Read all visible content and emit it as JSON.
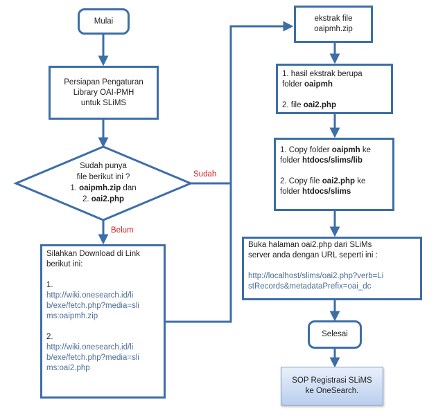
{
  "start": {
    "label": "Mulai"
  },
  "prep": {
    "line1": "Persiapan Pengaturan",
    "line2": "Library OAI-PMH",
    "line3": "untuk SLiMS"
  },
  "decision": {
    "line1": "Sudah punya",
    "line2": "file berikut ini ?",
    "line3_prefix": "1. ",
    "line3_bold": "oaipmh.zip",
    "line3_suffix": " dan",
    "line4_prefix": "2. ",
    "line4_bold": "oai2.php",
    "yes_label": "Sudah",
    "no_label": "Belum"
  },
  "download": {
    "line1": "Silahkan Download di Link",
    "line2": "berikut ini:",
    "item1_num": "1.",
    "item1_l1": "http://wiki.onesearch.id/li",
    "item1_l2": "b/exe/fetch.php?media=sli",
    "item1_l3": "ms:oaipmh.zip",
    "item2_num": "2.",
    "item2_l1": "http://wiki.onesearch.id/li",
    "item2_l2": "b/exe/fetch.php?media=sli",
    "item2_l3": "ms:oai2.php"
  },
  "extract": {
    "line1": "ekstrak file",
    "line2": "oaipmh.zip"
  },
  "result": {
    "line1": "1. hasil ekstrak berupa",
    "line2_prefix": "folder ",
    "line2_bold": "oaipmh",
    "line3_prefix": "2. file ",
    "line3_bold": "oai2.php"
  },
  "copy": {
    "l1_prefix": "1. Copy folder ",
    "l1_bold": "oaipmh",
    "l1_suffix": " ke",
    "l2_prefix": "folder ",
    "l2_bold": "htdocs/slims/lib",
    "l3_prefix": "2. Copy file ",
    "l3_bold": "oai2.php",
    "l3_suffix": " ke",
    "l4_prefix": "folder ",
    "l4_bold": "htdocs/slims"
  },
  "open": {
    "line1": "Buka halaman oai2.php dari SLiMs",
    "line2": "server anda dengan URL seperti ini :",
    "url_l1": "http://localhost/slims/oai2.php?verb=Li",
    "url_l2": "stRecords&metadataPrefix=oai_dc"
  },
  "end": {
    "label": "Selesai"
  },
  "footer": {
    "line1": "SOP Registrasi SLiMS",
    "line2": "ke OneSearch."
  },
  "colors": {
    "stroke": "#3c6ea8",
    "yes_no": "#d62020",
    "link": "#4a6d97"
  }
}
